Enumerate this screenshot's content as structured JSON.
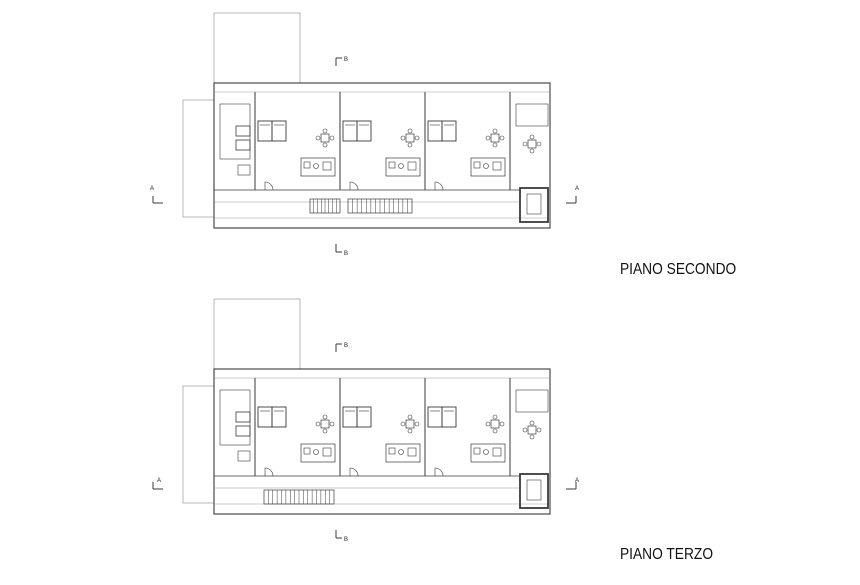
{
  "floors": [
    {
      "id": "second",
      "title": "PIANO SECONDO",
      "section_marks": {
        "a_left": "A",
        "a_right": "A",
        "b_top": "B",
        "b_bottom": "B"
      }
    },
    {
      "id": "third",
      "title": "PIANO TERZO",
      "section_marks": {
        "a_left": "A",
        "a_right": "A",
        "b_top": "B",
        "b_bottom": "B"
      }
    }
  ],
  "colors": {
    "line": "#3a3a3a",
    "light_line": "#9a9a9a",
    "background": "#ffffff"
  }
}
